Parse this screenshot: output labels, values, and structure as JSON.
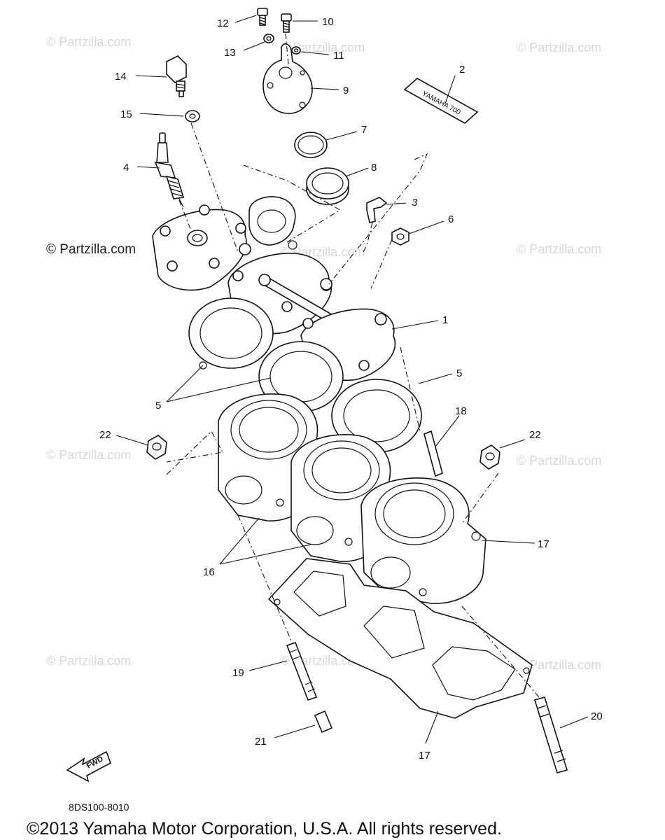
{
  "watermark": "© Partzilla.com",
  "diagram_code": "8DS100-8010",
  "fwd_label": "FWD",
  "decal_text": "YAMAHA 700",
  "copyright": "©2013  Yamaha Motor Corporation, U.S.A. All rights reserved.",
  "callouts": {
    "c1": "1",
    "c2": "2",
    "c3": "3",
    "c4": "4",
    "c5a": "5",
    "c5b": "5",
    "c6": "6",
    "c7": "7",
    "c8": "8",
    "c9": "9",
    "c10": "10",
    "c11": "11",
    "c12": "12",
    "c13": "13",
    "c14": "14",
    "c15": "15",
    "c16": "16",
    "c17a": "17",
    "c17b": "17",
    "c18": "18",
    "c19": "19",
    "c20": "20",
    "c21": "21",
    "c22a": "22",
    "c22b": "22"
  }
}
